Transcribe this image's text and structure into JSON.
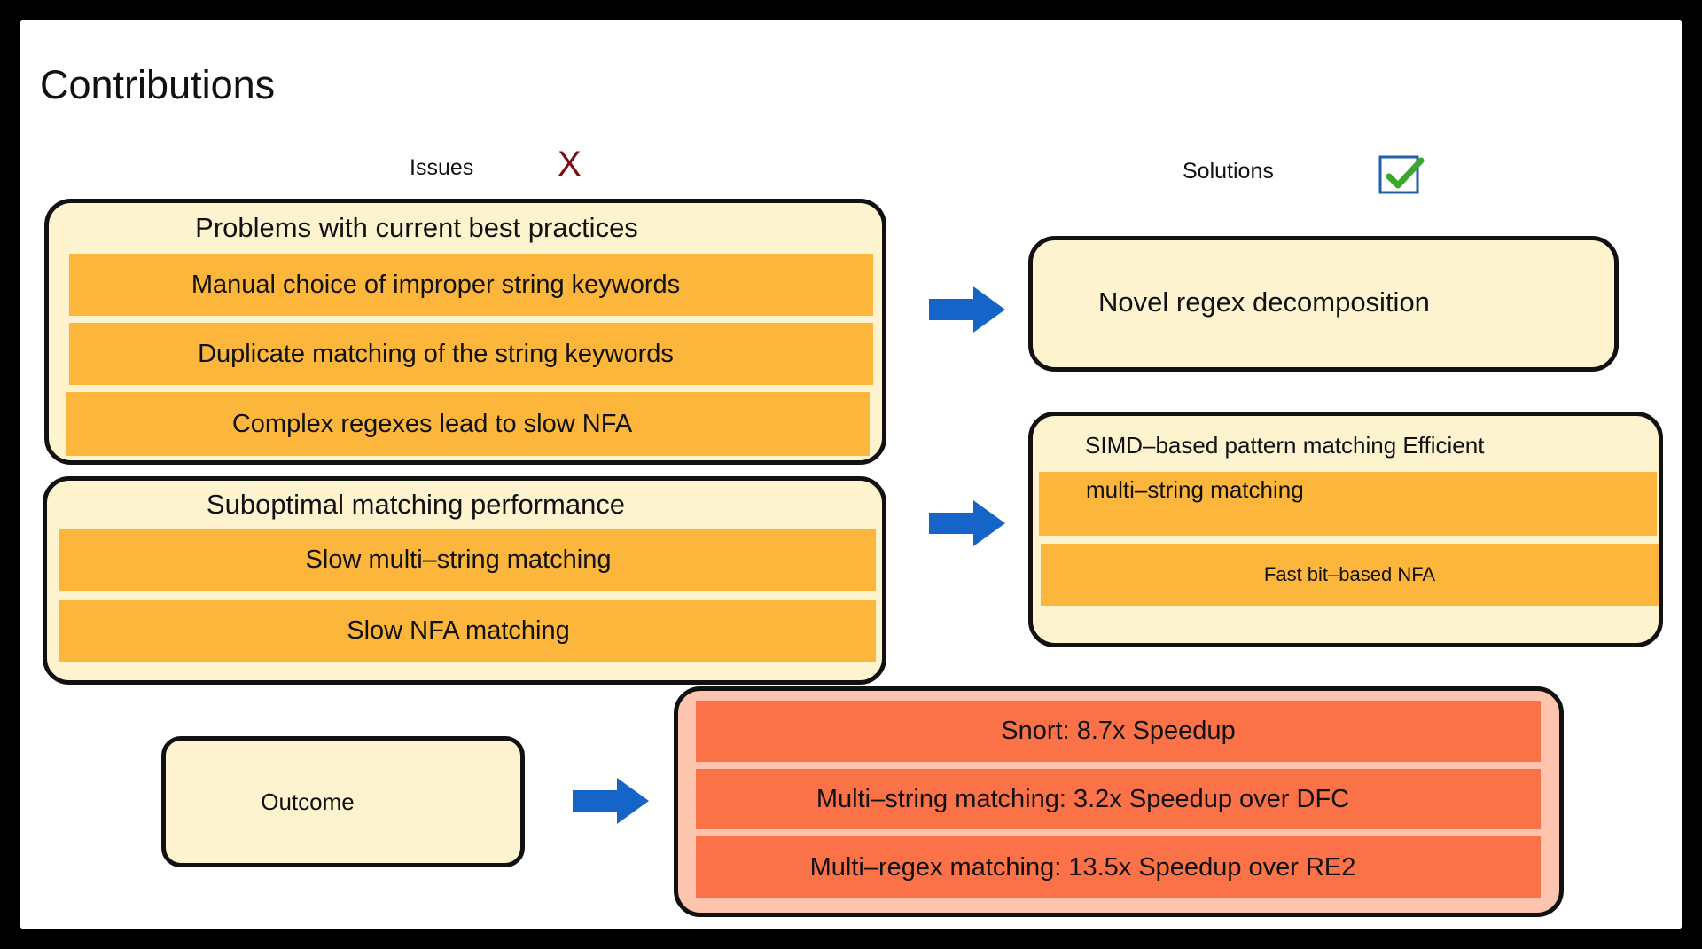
{
  "title": "Contributions",
  "issues_header": "Issues",
  "issues_icon": "x-mark-icon",
  "issues_icon_glyph": "X",
  "solutions_header": "Solutions",
  "solutions_icon": "checkbox-checked-icon",
  "problems_group": {
    "title": "Problems with current best practices",
    "items": [
      "Manual choice of improper string keywords",
      "Duplicate matching of the string keywords",
      "Complex regexes lead to slow NFA"
    ]
  },
  "perf_group": {
    "title": "Suboptimal matching performance",
    "items": [
      "Slow multi–string matching",
      "Slow NFA matching"
    ]
  },
  "solution1": "Novel regex decomposition",
  "solution2": {
    "line1": "SIMD–based pattern matching Efficient",
    "line2": "multi–string matching",
    "item": "Fast bit–based NFA"
  },
  "outcome_label": "Outcome",
  "outcomes": [
    "Snort: 8.7x Speedup",
    "Multi–string matching: 3.2x Speedup over DFC",
    "Multi–regex matching: 13.5x Speedup over RE2"
  ],
  "colors": {
    "box_fill": "#fdf3cf",
    "bar_fill": "#fcb63b",
    "outcome_fill": "#fb7248",
    "outcome_box_fill": "#fdc4ae",
    "arrow": "#1565c8",
    "check": "#3aa72f",
    "x_mark": "#7a1010"
  }
}
